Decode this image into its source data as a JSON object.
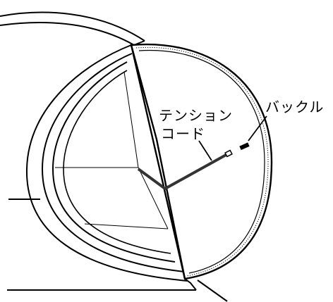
{
  "labels": {
    "tension_cord_line1": "テンション",
    "tension_cord_line2": "コード",
    "buckle": "バックル"
  },
  "colors": {
    "line": "#000000",
    "background": "#ffffff",
    "cord": "#333333"
  }
}
